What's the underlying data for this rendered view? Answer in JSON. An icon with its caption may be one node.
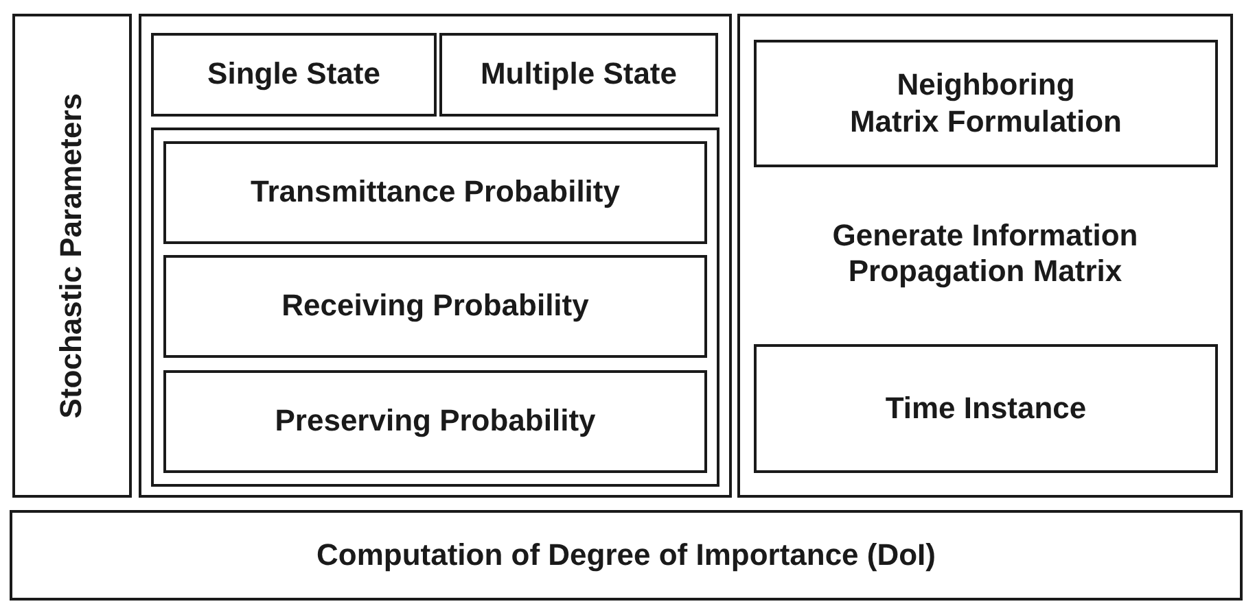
{
  "diagram": {
    "nodes": [
      {
        "text": [
          "Stochastic Parameters"
        ]
      },
      {
        "text": [],
        "shape": "box"
      },
      {
        "text": [
          "Single State"
        ],
        "in": 1
      },
      {
        "text": [
          "Multiple State"
        ],
        "in": 1
      },
      {
        "text": [],
        "shape": "box",
        "in": 1
      },
      {
        "text": [
          "Transmittance Probability"
        ],
        "in": 4
      },
      {
        "text": [
          "Receiving Probability"
        ],
        "in": 4
      },
      {
        "text": [
          "Preserving Probability"
        ],
        "in": 4
      },
      {
        "text": [
          "Generate Information Propagation Matrix"
        ]
      },
      {
        "text": [
          "Neighboring Matrix Formulation"
        ],
        "in": 8
      },
      {
        "text": [
          "Time Instance"
        ],
        "in": 8
      },
      {
        "text": [
          "Computation of Degree of Importance (DoI)"
        ]
      }
    ]
  }
}
